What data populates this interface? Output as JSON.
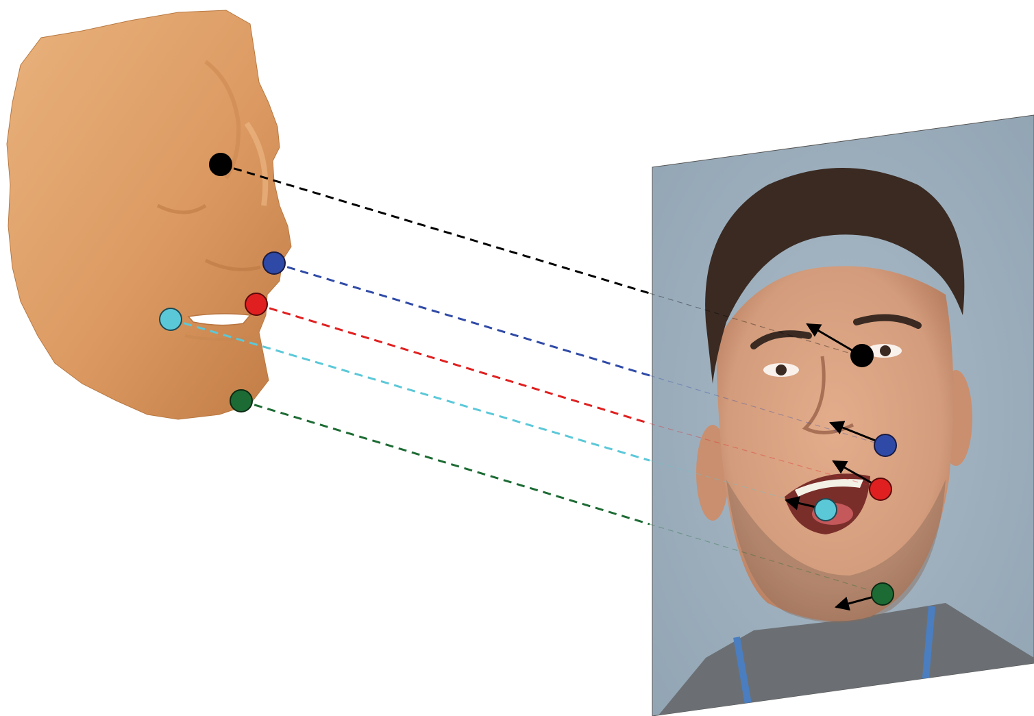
{
  "colors": {
    "background": "#ffffff",
    "mesh_light": "#e8b07a",
    "mesh_mid": "#d9955c",
    "mesh_dark": "#b8723e",
    "photo_wall": "#9fb1bf",
    "photo_wall_dark": "#7f92a1",
    "skin": "#d9a07e",
    "skin_shadow": "#b57b5d",
    "hair": "#3a2a22",
    "shirt": "#6b6f73",
    "lanyard": "#4a7ec0",
    "arrow": "#000000"
  },
  "landmarks": [
    {
      "name": "nose-bridge",
      "color": "#000000"
    },
    {
      "name": "mouth-right-corner-upper",
      "color": "#2f4aa6"
    },
    {
      "name": "mouth-right-corner",
      "color": "#e02020"
    },
    {
      "name": "mouth-left-corner",
      "color": "#5bc8d8"
    },
    {
      "name": "chin",
      "color": "#1d6b34"
    }
  ],
  "icons": {
    "mesh": "3d-face-mesh-icon",
    "photo": "face-photo-icon",
    "arrow": "displacement-arrow-icon"
  }
}
